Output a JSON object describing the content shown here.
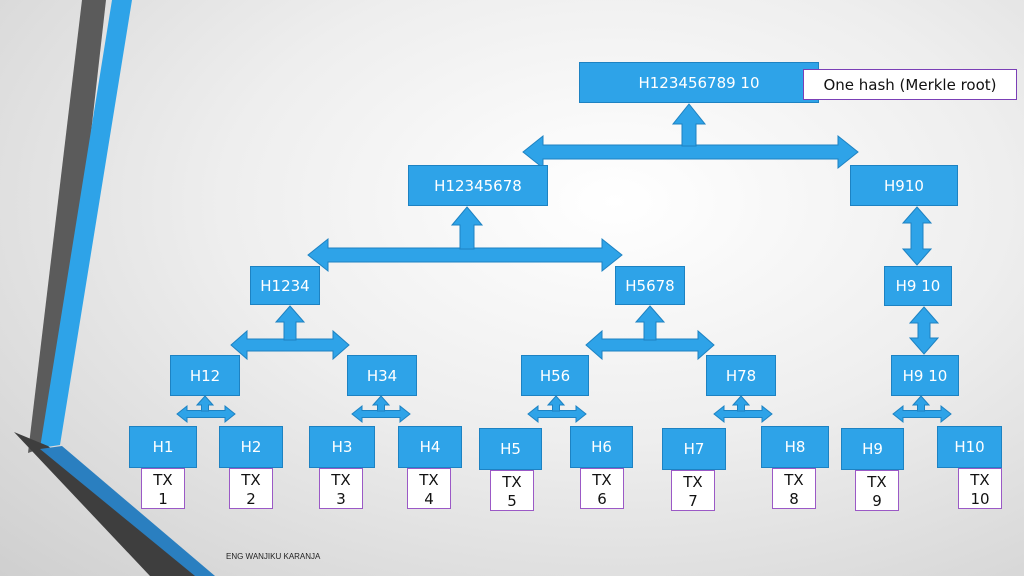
{
  "colors": {
    "node": "#2ea3e8",
    "arrow": "#2ea3e8",
    "tx_border": "#9b59c6",
    "note_border": "#7b3fb6"
  },
  "root": {
    "label": "H123456789 10",
    "note": "One hash (Merkle root)"
  },
  "level3": {
    "left": "H12345678",
    "right": "H910"
  },
  "level2": {
    "h1234": "H1234",
    "h5678": "H5678",
    "h9_10": "H9 10"
  },
  "level1": {
    "h12": "H12",
    "h34": "H34",
    "h56": "H56",
    "h78": "H78",
    "h9_10": "H9 10"
  },
  "leaves": [
    {
      "hash": "H1",
      "tx_line1": "TX",
      "tx_line2": "1"
    },
    {
      "hash": "H2",
      "tx_line1": "TX",
      "tx_line2": "2"
    },
    {
      "hash": "H3",
      "tx_line1": "TX",
      "tx_line2": "3"
    },
    {
      "hash": "H4",
      "tx_line1": "TX",
      "tx_line2": "4"
    },
    {
      "hash": "H5",
      "tx_line1": "TX",
      "tx_line2": "5"
    },
    {
      "hash": "H6",
      "tx_line1": "TX",
      "tx_line2": "6"
    },
    {
      "hash": "H7",
      "tx_line1": "TX",
      "tx_line2": "7"
    },
    {
      "hash": "H8",
      "tx_line1": "TX",
      "tx_line2": "8"
    },
    {
      "hash": "H9",
      "tx_line1": "TX",
      "tx_line2": "9"
    },
    {
      "hash": "H10",
      "tx_line1": "TX",
      "tx_line2": "10"
    }
  ],
  "footer": {
    "author": "ENG WANJIKU KARANJA"
  }
}
